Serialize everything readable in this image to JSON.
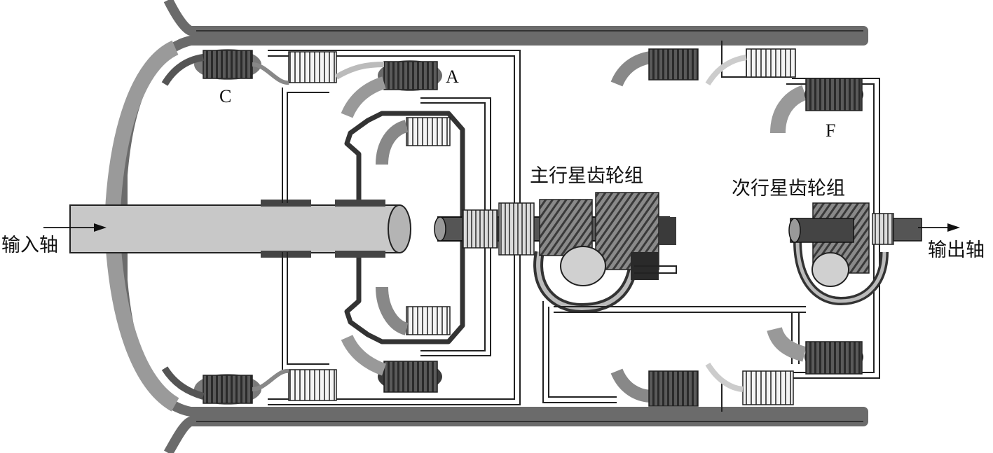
{
  "labels": {
    "input_shaft": "输入轴",
    "output_shaft": "输出轴",
    "primary_planetary": "主行星齿轮组",
    "secondary_planetary": "次行星齿轮组",
    "clutch_c": "C",
    "clutch_a": "A",
    "clutch_f": "F"
  }
}
